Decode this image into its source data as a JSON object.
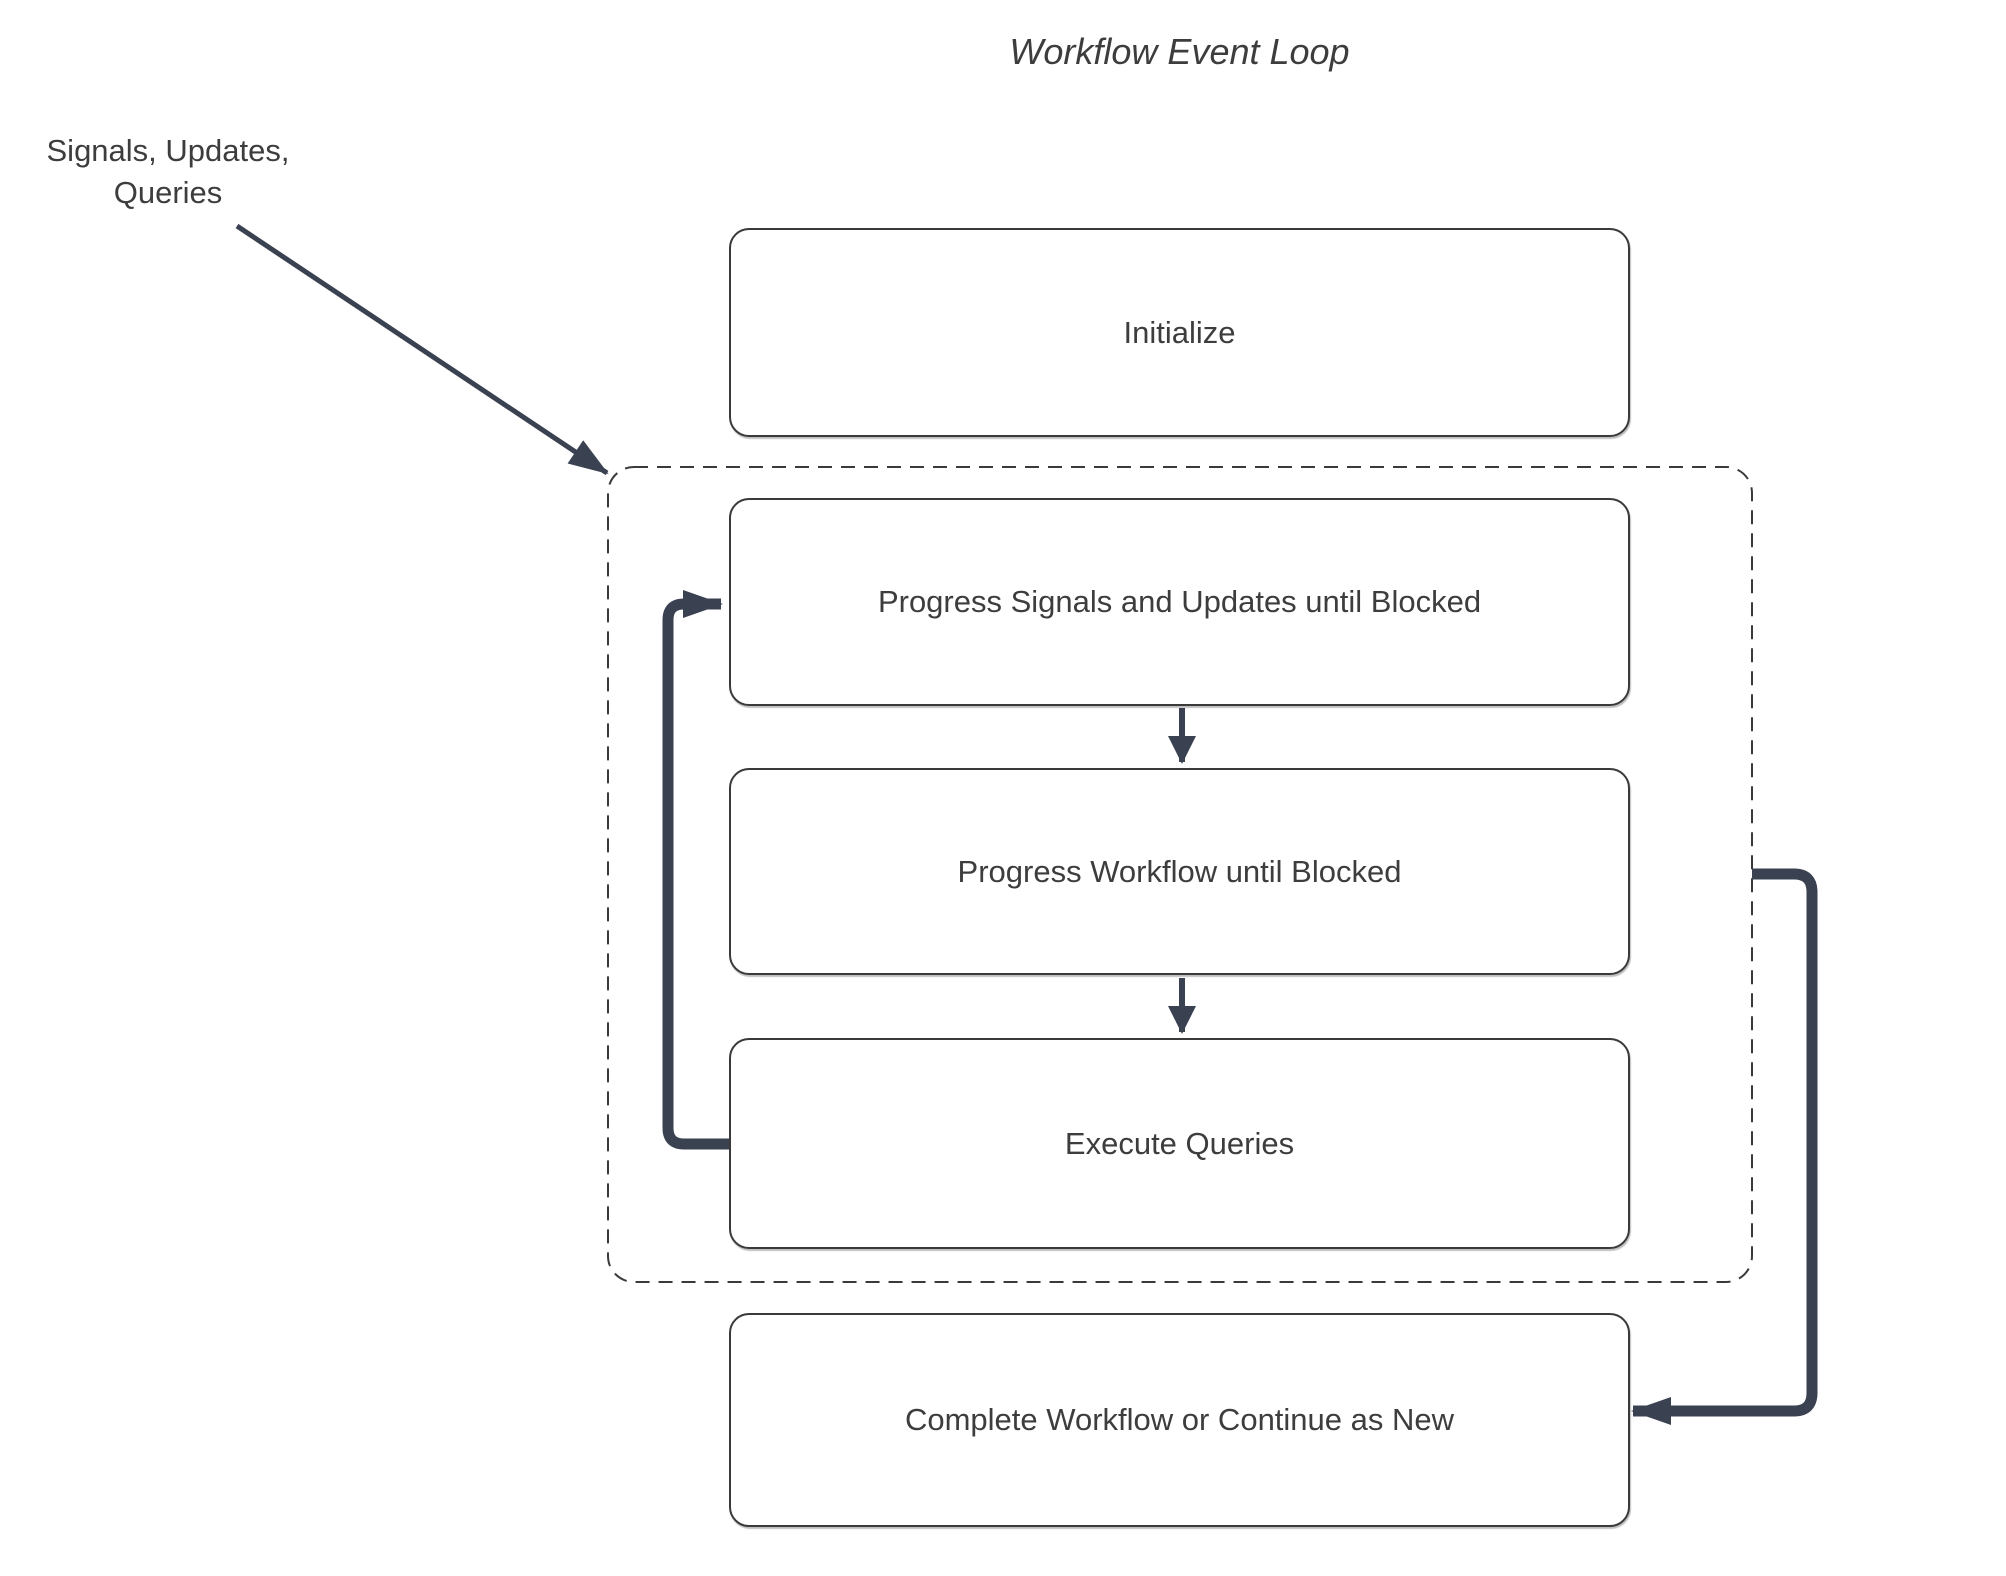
{
  "title": "Workflow Event Loop",
  "annotation": {
    "label": "Signals, Updates,\nQueries"
  },
  "nodes": [
    {
      "id": "initialize",
      "label": "Initialize"
    },
    {
      "id": "progress-signals-updates",
      "label": "Progress Signals and Updates until Blocked"
    },
    {
      "id": "progress-workflow",
      "label": "Progress Workflow until Blocked"
    },
    {
      "id": "execute-queries",
      "label": "Execute Queries"
    },
    {
      "id": "complete-or-continue",
      "label": "Complete Workflow or Continue as New"
    }
  ],
  "group": {
    "id": "event-loop-group",
    "style": "dashed"
  },
  "edges": [
    {
      "from": "signals-updates-queries-annotation",
      "to": "event-loop-group",
      "style": "thin-diagonal"
    },
    {
      "from": "progress-signals-updates",
      "to": "progress-workflow",
      "style": "vertical"
    },
    {
      "from": "progress-workflow",
      "to": "execute-queries",
      "style": "vertical"
    },
    {
      "from": "execute-queries",
      "to": "progress-signals-updates",
      "style": "thick-loop-left"
    },
    {
      "from": "event-loop-group",
      "to": "complete-or-continue",
      "style": "thick-loop-right"
    }
  ],
  "colors": {
    "background": "#ffffff",
    "arrow": "#3a4150",
    "box_border": "#3a3a3a",
    "box_fill": "#ffffff",
    "dashed_border": "#3a3a3a",
    "text": "#3d3d3d"
  }
}
